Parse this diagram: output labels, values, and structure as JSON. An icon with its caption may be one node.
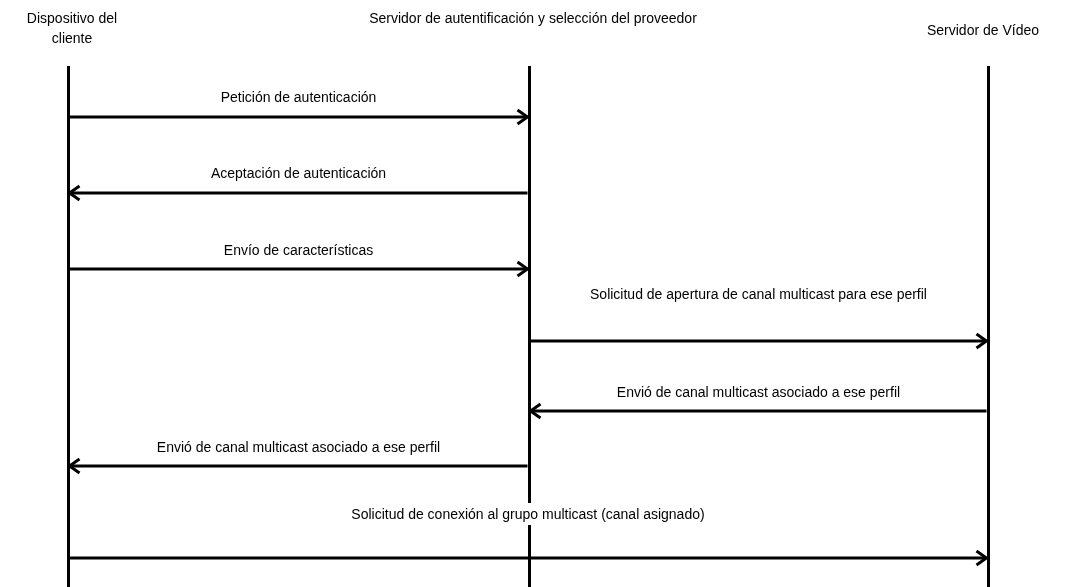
{
  "diagram": {
    "nodes": [
      {
        "text": [
          "Dispositivo del cliente"
        ]
      },
      {
        "text": [
          "Servidor de autentificación y selección del proveedor"
        ]
      },
      {
        "text": [
          "Servidor de Vídeo"
        ]
      },
      {
        "text": [],
        "shape": "bar"
      },
      {
        "text": [],
        "shape": "bar"
      },
      {
        "text": [],
        "shape": "bar"
      }
    ],
    "edges": [
      {
        "from": 3,
        "to": 4,
        "arrow": "to",
        "label": "Petición de autenticación"
      },
      {
        "from": 4,
        "to": 3,
        "arrow": "to",
        "label": "Aceptación de autenticación"
      },
      {
        "from": 3,
        "to": 4,
        "arrow": "to",
        "label": "Envío de características"
      },
      {
        "from": 4,
        "to": 5,
        "arrow": "to",
        "label": "Solicitud de apertura de canal multicast para ese perfil"
      },
      {
        "from": 5,
        "to": 4,
        "arrow": "to",
        "label": "Envió de canal multicast asociado a ese perfil"
      },
      {
        "from": 4,
        "to": 3,
        "arrow": "to",
        "label": "Envió de canal multicast asociado a ese perfil"
      },
      {
        "from": 3,
        "to": 5,
        "arrow": "to",
        "label": "Solicitud de conexión al grupo multicast (canal asignado)"
      }
    ]
  }
}
